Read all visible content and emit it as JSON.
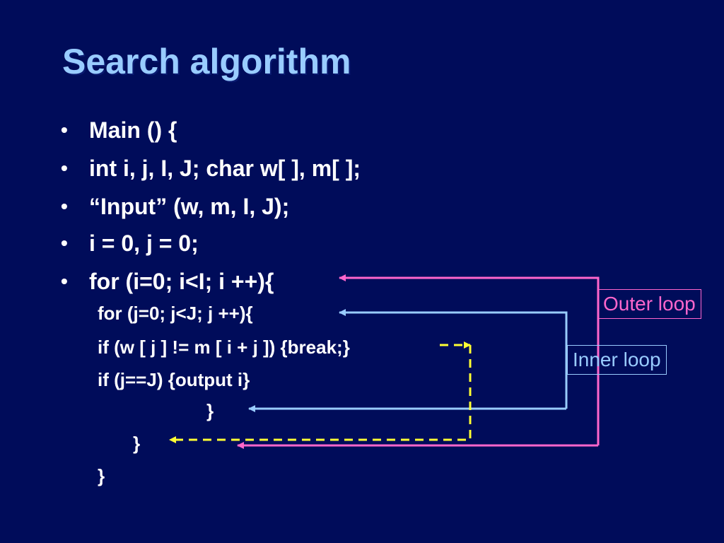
{
  "slide": {
    "title": "Search algorithm",
    "bullet_glyph": "•",
    "code_lines": [
      "Main () {",
      "int i, j, I, J; char w[ ], m[ ];",
      "“Input” (w, m, I, J);",
      "i = 0, j = 0;",
      "for (i=0; i<I; i ++){",
      "for (j=0; j<J; j ++){",
      "if (w [ j ] != m [ i + j ]) {break;}",
      "if (j==J) {output i}",
      "}",
      "}",
      "}"
    ],
    "labels": {
      "outer_loop": "Outer loop",
      "inner_loop": "Inner loop"
    }
  },
  "colors": {
    "background": "#000c5a",
    "title": "#99ccff",
    "outer_loop_arrow": "#ff66cc",
    "inner_loop_arrow": "#99ccff",
    "break_arrow": "#ffff33"
  }
}
